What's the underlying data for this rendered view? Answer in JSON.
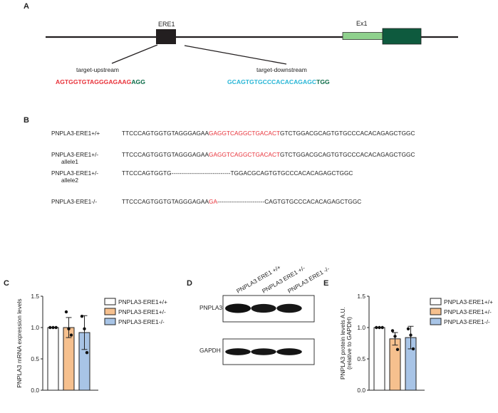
{
  "panels": {
    "A": "A",
    "B": "B",
    "C": "C",
    "D": "D",
    "E": "E"
  },
  "panel_a": {
    "ere_label": "ERE1",
    "exon_label": "Ex1",
    "upstream": {
      "label": "target-upstream",
      "seq": "AGTGGTGTAGGGAGAAG",
      "pam": "AGG"
    },
    "downstream": {
      "label": "target-downstream",
      "seq": "GCAGTGTGCCCACACAGAGC",
      "pam": "TGG"
    },
    "colors": {
      "ere_box": "#231f20",
      "exon_light": "#8fd18d",
      "exon_dark": "#0e5a3e",
      "upstream": "#e8323a",
      "downstream": "#29b6d6",
      "pam": "#0b6b47"
    }
  },
  "panel_b": {
    "rows": [
      {
        "label": "PNPLA3-ERE1+/+",
        "sub": "",
        "parts": [
          {
            "t": "TTCCCAGTGGTGTAGGGAGAA",
            "c": ""
          },
          {
            "t": "GAGGTCAGGCTGACACT",
            "c": "red"
          },
          {
            "t": "GTCTGGACGCAGTGTGCCCACACAGAGCTGGC",
            "c": ""
          }
        ]
      },
      {
        "label": "PNPLA3-ERE1+/-",
        "sub": "allele1",
        "parts": [
          {
            "t": "TTCCCAGTGGTGTAGGGAGAA",
            "c": ""
          },
          {
            "t": "GAGGTCAGGCTGACACT",
            "c": "red"
          },
          {
            "t": "GTCTGGACGCAGTGTGCCCACACAGAGCTGGC",
            "c": ""
          }
        ]
      },
      {
        "label": "PNPLA3-ERE1+/-",
        "sub": "allele2",
        "parts": [
          {
            "t": "TTCCCAGTGGTG------------------------------TGGACGCAGTGTGCCCACACAGAGCTGGC",
            "c": ""
          }
        ]
      },
      {
        "label": "PNPLA3-ERE1-/-",
        "sub": "",
        "parts": [
          {
            "t": "TTCCCAGTGGTGTAGGGAGAA",
            "c": ""
          },
          {
            "t": "GA",
            "c": "red"
          },
          {
            "t": "------------------------CAGTGTGCCCACACAGAGCTGGC",
            "c": ""
          }
        ]
      }
    ]
  },
  "panel_d": {
    "lanes": [
      "PNPLA3 ERE1 +/+",
      "PNPLA3 ERE1 +/-",
      "PNPLA3 ERE1 -/-"
    ],
    "blots": [
      {
        "label": "PNPLA3",
        "intensity": [
          1.0,
          0.82,
          0.84
        ]
      },
      {
        "label": "GAPDH",
        "intensity": [
          0.9,
          0.85,
          0.9
        ]
      }
    ]
  },
  "chart_data": [
    {
      "type": "bar",
      "panel": "C",
      "ylabel": "PNPLA3 mRNA expression levels",
      "ylim": [
        0,
        1.5
      ],
      "yticks": [
        "0.0",
        "0.5",
        "1.0",
        "1.5"
      ],
      "ytick_values": [
        0,
        0.5,
        1.0,
        1.5
      ],
      "categories": [
        "PNPLA3-ERE1+/+",
        "PNPLA3-ERE1+/-",
        "PNPLA3-ERE1-/-"
      ],
      "values": [
        1.0,
        1.0,
        0.92
      ],
      "errors": [
        0,
        0.16,
        0.27
      ],
      "points": [
        [
          1.0,
          1.0,
          1.0
        ],
        [
          1.25,
          0.98,
          0.88
        ],
        [
          1.18,
          0.98,
          0.6
        ]
      ],
      "colors": [
        "#ffffff",
        "#f6c08e",
        "#a8c4e6"
      ],
      "legend": "right"
    },
    {
      "type": "bar",
      "panel": "E",
      "ylabel": "PNPLA3  protein levels A.U.",
      "ylabel2": "(relative to GAPDH)",
      "ylim": [
        0,
        1.5
      ],
      "yticks": [
        "0.0",
        "0.5",
        "1.0",
        "1.5"
      ],
      "ytick_values": [
        0,
        0.5,
        1.0,
        1.5
      ],
      "categories": [
        "PNPLA3-ERE1+/+",
        "PNPLA3-ERE1+/-",
        "PNPLA3-ERE1-/-"
      ],
      "values": [
        1.0,
        0.82,
        0.84
      ],
      "errors": [
        0,
        0.1,
        0.18
      ],
      "points": [
        [
          1.0,
          1.0,
          1.0
        ],
        [
          0.95,
          0.86,
          0.65
        ],
        [
          0.98,
          0.88,
          0.66
        ]
      ],
      "colors": [
        "#ffffff",
        "#f6c08e",
        "#a8c4e6"
      ],
      "legend": "right"
    }
  ]
}
